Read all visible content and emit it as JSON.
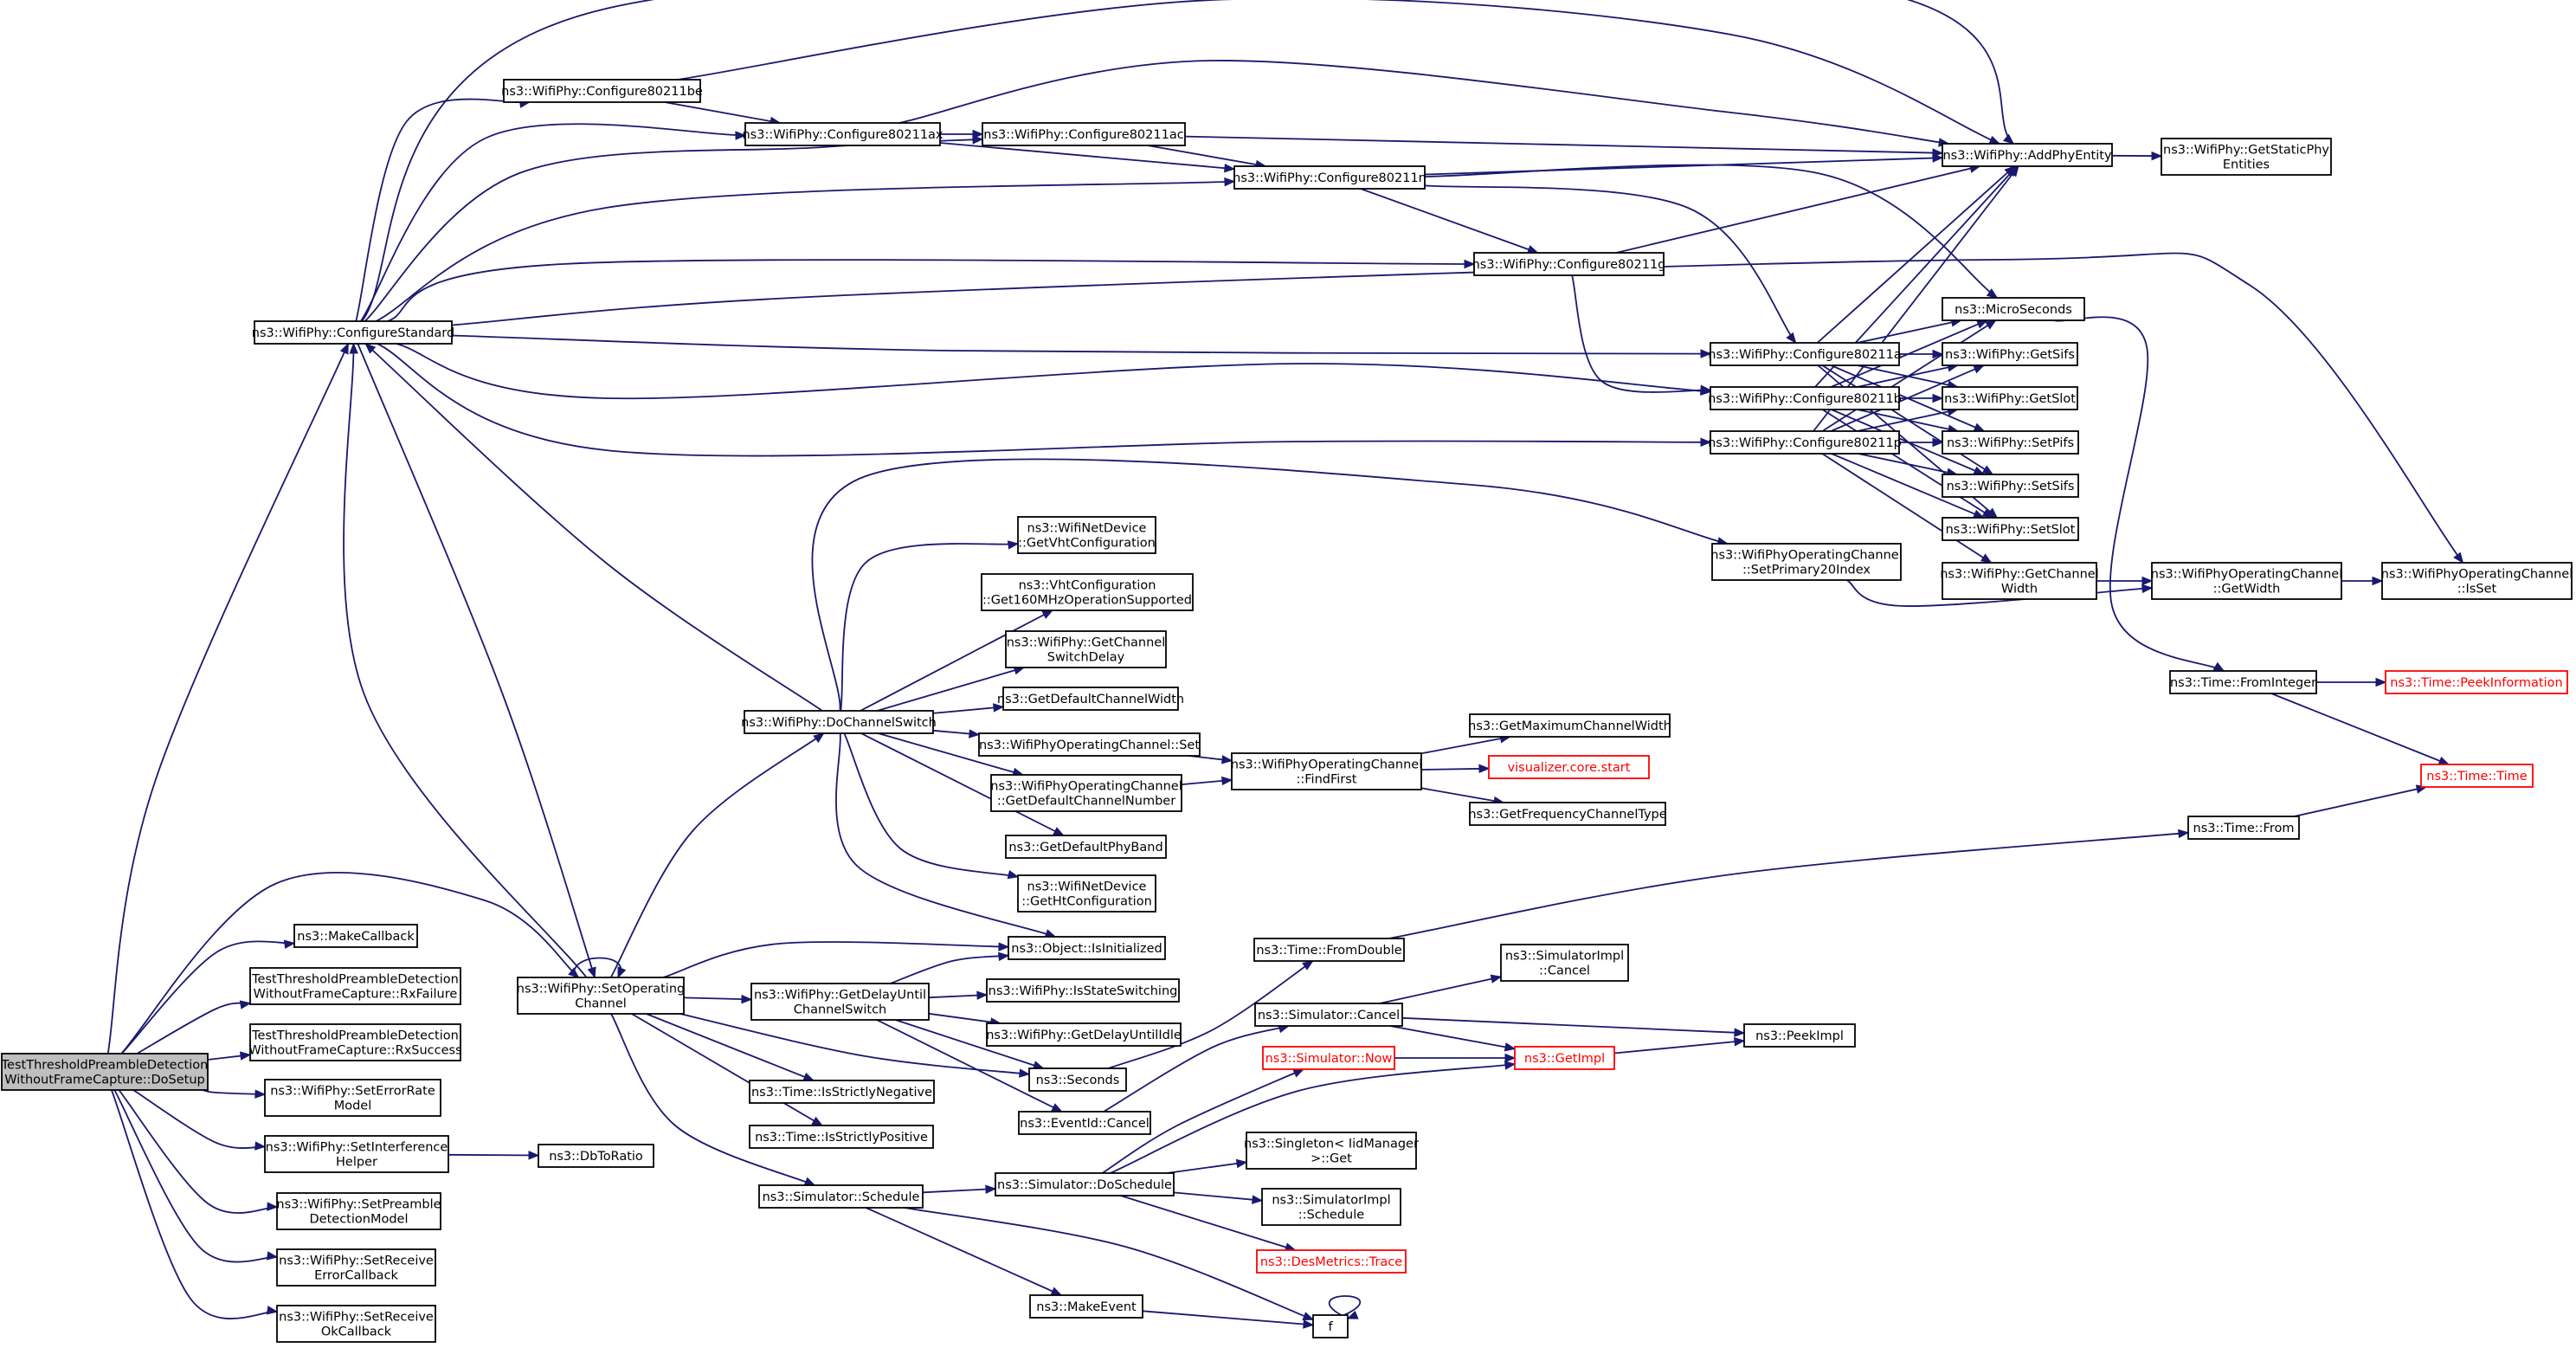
{
  "graph": {
    "nodes": [
      {
        "id": "root",
        "lines": [
          "TestThresholdPreambleDetection",
          "WithoutFrameCapture::DoSetup"
        ],
        "style": "root"
      },
      {
        "id": "makecb",
        "lines": [
          "ns3::MakeCallback"
        ]
      },
      {
        "id": "rxfail",
        "lines": [
          "TestThresholdPreambleDetection",
          "WithoutFrameCapture::RxFailure"
        ]
      },
      {
        "id": "rxsucc",
        "lines": [
          "TestThresholdPreambleDetection",
          "WithoutFrameCapture::RxSuccess"
        ]
      },
      {
        "id": "seterr",
        "lines": [
          "ns3::WifiPhy::SetErrorRate",
          "Model"
        ]
      },
      {
        "id": "setint",
        "lines": [
          "ns3::WifiPhy::SetInterference",
          "Helper"
        ]
      },
      {
        "id": "setpre",
        "lines": [
          "ns3::WifiPhy::SetPreamble",
          "DetectionModel"
        ]
      },
      {
        "id": "setrxerr",
        "lines": [
          "ns3::WifiPhy::SetReceive",
          "ErrorCallback"
        ]
      },
      {
        "id": "setrxok",
        "lines": [
          "ns3::WifiPhy::SetReceive",
          "OkCallback"
        ]
      },
      {
        "id": "cfgstd",
        "lines": [
          "ns3::WifiPhy::ConfigureStandard"
        ]
      },
      {
        "id": "setop",
        "lines": [
          "ns3::WifiPhy::SetOperating",
          "Channel"
        ]
      },
      {
        "id": "dbtoratio",
        "lines": [
          "ns3::DbToRatio"
        ]
      },
      {
        "id": "cfgbe",
        "lines": [
          "ns3::WifiPhy::Configure80211be"
        ]
      },
      {
        "id": "cfgax",
        "lines": [
          "ns3::WifiPhy::Configure80211ax"
        ]
      },
      {
        "id": "cfgac",
        "lines": [
          "ns3::WifiPhy::Configure80211ac"
        ]
      },
      {
        "id": "cfgn",
        "lines": [
          "ns3::WifiPhy::Configure80211n"
        ]
      },
      {
        "id": "cfgg",
        "lines": [
          "ns3::WifiPhy::Configure80211g"
        ]
      },
      {
        "id": "cfga",
        "lines": [
          "ns3::WifiPhy::Configure80211a"
        ]
      },
      {
        "id": "cfgb",
        "lines": [
          "ns3::WifiPhy::Configure80211b"
        ]
      },
      {
        "id": "cfgp",
        "lines": [
          "ns3::WifiPhy::Configure80211p"
        ]
      },
      {
        "id": "addphy",
        "lines": [
          "ns3::WifiPhy::AddPhyEntity"
        ]
      },
      {
        "id": "getstatic",
        "lines": [
          "ns3::WifiPhy::GetStaticPhy",
          "Entities"
        ]
      },
      {
        "id": "micro",
        "lines": [
          "ns3::MicroSeconds"
        ]
      },
      {
        "id": "getsifs",
        "lines": [
          "ns3::WifiPhy::GetSifs"
        ]
      },
      {
        "id": "getslot",
        "lines": [
          "ns3::WifiPhy::GetSlot"
        ]
      },
      {
        "id": "setpifs",
        "lines": [
          "ns3::WifiPhy::SetPifs"
        ]
      },
      {
        "id": "setsifs",
        "lines": [
          "ns3::WifiPhy::SetSifs"
        ]
      },
      {
        "id": "setslot",
        "lines": [
          "ns3::WifiPhy::SetSlot"
        ]
      },
      {
        "id": "getchw",
        "lines": [
          "ns3::WifiPhy::GetChannel",
          "Width"
        ]
      },
      {
        "id": "wocgetw",
        "lines": [
          "ns3::WifiPhyOperatingChannel",
          "::GetWidth"
        ]
      },
      {
        "id": "wocisset",
        "lines": [
          "ns3::WifiPhyOperatingChannel",
          "::IsSet"
        ]
      },
      {
        "id": "wocsetp20",
        "lines": [
          "ns3::WifiPhyOperatingChannel",
          "::SetPrimary20Index"
        ]
      },
      {
        "id": "docs",
        "lines": [
          "ns3::WifiPhy::DoChannelSwitch"
        ]
      },
      {
        "id": "getvht",
        "lines": [
          "ns3::WifiNetDevice",
          "::GetVhtConfiguration"
        ]
      },
      {
        "id": "vht160",
        "lines": [
          "ns3::VhtConfiguration",
          "::Get160MHzOperationSupported"
        ]
      },
      {
        "id": "getcsd",
        "lines": [
          "ns3::WifiPhy::GetChannel",
          "SwitchDelay"
        ]
      },
      {
        "id": "getdcw",
        "lines": [
          "ns3::GetDefaultChannelWidth"
        ]
      },
      {
        "id": "wocset",
        "lines": [
          "ns3::WifiPhyOperatingChannel::Set"
        ]
      },
      {
        "id": "wocgetdcn",
        "lines": [
          "ns3::WifiPhyOperatingChannel",
          "::GetDefaultChannelNumber"
        ]
      },
      {
        "id": "getdpb",
        "lines": [
          "ns3::GetDefaultPhyBand"
        ]
      },
      {
        "id": "getht",
        "lines": [
          "ns3::WifiNetDevice",
          "::GetHtConfiguration"
        ]
      },
      {
        "id": "isinit",
        "lines": [
          "ns3::Object::IsInitialized"
        ]
      },
      {
        "id": "wocff",
        "lines": [
          "ns3::WifiPhyOperatingChannel",
          "::FindFirst"
        ]
      },
      {
        "id": "getmcw",
        "lines": [
          "ns3::GetMaximumChannelWidth"
        ]
      },
      {
        "id": "vizstart",
        "lines": [
          "visualizer.core.start"
        ],
        "style": "red"
      },
      {
        "id": "getfct",
        "lines": [
          "ns3::GetFrequencyChannelType"
        ]
      },
      {
        "id": "getdus",
        "lines": [
          "ns3::WifiPhy::GetDelayUntil",
          "ChannelSwitch"
        ]
      },
      {
        "id": "isss",
        "lines": [
          "ns3::WifiPhy::IsStateSwitching"
        ]
      },
      {
        "id": "getdui",
        "lines": [
          "ns3::WifiPhy::GetDelayUntilIdle"
        ]
      },
      {
        "id": "seconds",
        "lines": [
          "ns3::Seconds"
        ]
      },
      {
        "id": "evcancel",
        "lines": [
          "ns3::EventId::Cancel"
        ]
      },
      {
        "id": "isneg",
        "lines": [
          "ns3::Time::IsStrictlyNegative"
        ]
      },
      {
        "id": "ispos",
        "lines": [
          "ns3::Time::IsStrictlyPositive"
        ]
      },
      {
        "id": "simsched",
        "lines": [
          "ns3::Simulator::Schedule"
        ]
      },
      {
        "id": "simdosched",
        "lines": [
          "ns3::Simulator::DoSchedule"
        ]
      },
      {
        "id": "makeevent",
        "lines": [
          "ns3::MakeEvent"
        ]
      },
      {
        "id": "f",
        "lines": [
          "f"
        ]
      },
      {
        "id": "fromdouble",
        "lines": [
          "ns3::Time::FromDouble"
        ]
      },
      {
        "id": "simcancel",
        "lines": [
          "ns3::Simulator::Cancel"
        ]
      },
      {
        "id": "simnow",
        "lines": [
          "ns3::Simulator::Now"
        ],
        "style": "red"
      },
      {
        "id": "singleton",
        "lines": [
          "ns3::Singleton< IidManager",
          " >::Get"
        ]
      },
      {
        "id": "simimplsched",
        "lines": [
          "ns3::SimulatorImpl",
          "::Schedule"
        ]
      },
      {
        "id": "desmetrics",
        "lines": [
          "ns3::DesMetrics::Trace"
        ],
        "style": "red"
      },
      {
        "id": "simimplcancel",
        "lines": [
          "ns3::SimulatorImpl",
          "::Cancel"
        ]
      },
      {
        "id": "getimpl",
        "lines": [
          "ns3::GetImpl"
        ],
        "style": "red"
      },
      {
        "id": "peekimpl",
        "lines": [
          "ns3::PeekImpl"
        ]
      },
      {
        "id": "fromint",
        "lines": [
          "ns3::Time::FromInteger"
        ]
      },
      {
        "id": "peekinfo",
        "lines": [
          "ns3::Time::PeekInformation"
        ],
        "style": "red"
      },
      {
        "id": "timetime",
        "lines": [
          "ns3::Time::Time"
        ],
        "style": "red"
      },
      {
        "id": "timefrom",
        "lines": [
          "ns3::Time::From"
        ]
      }
    ],
    "edges": [
      [
        "root",
        "cfgstd"
      ],
      [
        "root",
        "setop"
      ],
      [
        "root",
        "makecb"
      ],
      [
        "root",
        "rxfail"
      ],
      [
        "root",
        "rxsucc"
      ],
      [
        "root",
        "seterr"
      ],
      [
        "root",
        "setint"
      ],
      [
        "root",
        "setpre"
      ],
      [
        "root",
        "setrxerr"
      ],
      [
        "root",
        "setrxok"
      ],
      [
        "setint",
        "dbtoratio"
      ],
      [
        "cfgstd",
        "cfgbe"
      ],
      [
        "cfgstd",
        "cfgax"
      ],
      [
        "cfgstd",
        "cfgac"
      ],
      [
        "cfgstd",
        "cfgn"
      ],
      [
        "cfgstd",
        "cfgg"
      ],
      [
        "cfgstd",
        "cfga"
      ],
      [
        "cfgstd",
        "cfgb"
      ],
      [
        "cfgstd",
        "cfgp"
      ],
      [
        "cfgstd",
        "addphy"
      ],
      [
        "cfgstd",
        "wocisset"
      ],
      [
        "cfgstd",
        "setop"
      ],
      [
        "cfgbe",
        "cfgax"
      ],
      [
        "cfgbe",
        "addphy"
      ],
      [
        "cfgax",
        "cfgac"
      ],
      [
        "cfgax",
        "cfgn"
      ],
      [
        "cfgax",
        "addphy"
      ],
      [
        "cfgac",
        "cfgn"
      ],
      [
        "cfgac",
        "addphy"
      ],
      [
        "cfgn",
        "cfgg"
      ],
      [
        "cfgn",
        "cfga"
      ],
      [
        "cfgn",
        "addphy"
      ],
      [
        "cfgn",
        "micro"
      ],
      [
        "cfgg",
        "cfgb"
      ],
      [
        "cfgg",
        "addphy"
      ],
      [
        "cfga",
        "addphy"
      ],
      [
        "cfga",
        "micro"
      ],
      [
        "cfga",
        "getsifs"
      ],
      [
        "cfga",
        "getslot"
      ],
      [
        "cfga",
        "setpifs"
      ],
      [
        "cfga",
        "setsifs"
      ],
      [
        "cfga",
        "setslot"
      ],
      [
        "cfgb",
        "addphy"
      ],
      [
        "cfgb",
        "micro"
      ],
      [
        "cfgb",
        "getsifs"
      ],
      [
        "cfgb",
        "getslot"
      ],
      [
        "cfgb",
        "setpifs"
      ],
      [
        "cfgb",
        "setsifs"
      ],
      [
        "cfgb",
        "setslot"
      ],
      [
        "cfgp",
        "addphy"
      ],
      [
        "cfgp",
        "micro"
      ],
      [
        "cfgp",
        "getsifs"
      ],
      [
        "cfgp",
        "getslot"
      ],
      [
        "cfgp",
        "setpifs"
      ],
      [
        "cfgp",
        "setsifs"
      ],
      [
        "cfgp",
        "setslot"
      ],
      [
        "cfgp",
        "getchw"
      ],
      [
        "addphy",
        "getstatic"
      ],
      [
        "micro",
        "fromint"
      ],
      [
        "getchw",
        "wocgetw"
      ],
      [
        "wocgetw",
        "wocisset"
      ],
      [
        "wocsetp20",
        "wocgetw"
      ],
      [
        "setop",
        "setop"
      ],
      [
        "setop",
        "cfgstd"
      ],
      [
        "setop",
        "docs"
      ],
      [
        "setop",
        "isinit"
      ],
      [
        "setop",
        "getdus"
      ],
      [
        "setop",
        "seconds"
      ],
      [
        "setop",
        "isneg"
      ],
      [
        "setop",
        "ispos"
      ],
      [
        "setop",
        "simsched"
      ],
      [
        "docs",
        "cfgstd"
      ],
      [
        "docs",
        "wocsetp20"
      ],
      [
        "docs",
        "getvht"
      ],
      [
        "docs",
        "vht160"
      ],
      [
        "docs",
        "getcsd"
      ],
      [
        "docs",
        "getdcw"
      ],
      [
        "docs",
        "wocset"
      ],
      [
        "docs",
        "wocgetdcn"
      ],
      [
        "docs",
        "getdpb"
      ],
      [
        "docs",
        "getht"
      ],
      [
        "docs",
        "isinit"
      ],
      [
        "wocset",
        "wocff"
      ],
      [
        "wocgetdcn",
        "wocff"
      ],
      [
        "wocff",
        "getmcw"
      ],
      [
        "wocff",
        "vizstart"
      ],
      [
        "wocff",
        "getfct"
      ],
      [
        "getdus",
        "isinit"
      ],
      [
        "getdus",
        "isss"
      ],
      [
        "getdus",
        "getdui"
      ],
      [
        "getdus",
        "seconds"
      ],
      [
        "getdus",
        "evcancel"
      ],
      [
        "seconds",
        "fromdouble"
      ],
      [
        "evcancel",
        "simcancel"
      ],
      [
        "simsched",
        "simdosched"
      ],
      [
        "simsched",
        "makeevent"
      ],
      [
        "simsched",
        "f"
      ],
      [
        "simdosched",
        "simnow"
      ],
      [
        "simdosched",
        "getimpl"
      ],
      [
        "simdosched",
        "singleton"
      ],
      [
        "simdosched",
        "simimplsched"
      ],
      [
        "simdosched",
        "desmetrics"
      ],
      [
        "makeevent",
        "f"
      ],
      [
        "f",
        "f"
      ],
      [
        "fromdouble",
        "timefrom"
      ],
      [
        "simcancel",
        "simimplcancel"
      ],
      [
        "simcancel",
        "getimpl"
      ],
      [
        "simcancel",
        "peekimpl"
      ],
      [
        "simnow",
        "getimpl"
      ],
      [
        "getimpl",
        "peekimpl"
      ],
      [
        "fromint",
        "peekinfo"
      ],
      [
        "fromint",
        "timetime"
      ],
      [
        "timefrom",
        "timetime"
      ]
    ]
  },
  "colors": {
    "edge": "#191970",
    "root_fill": "#bfbfbf",
    "external": "#ff0000"
  }
}
